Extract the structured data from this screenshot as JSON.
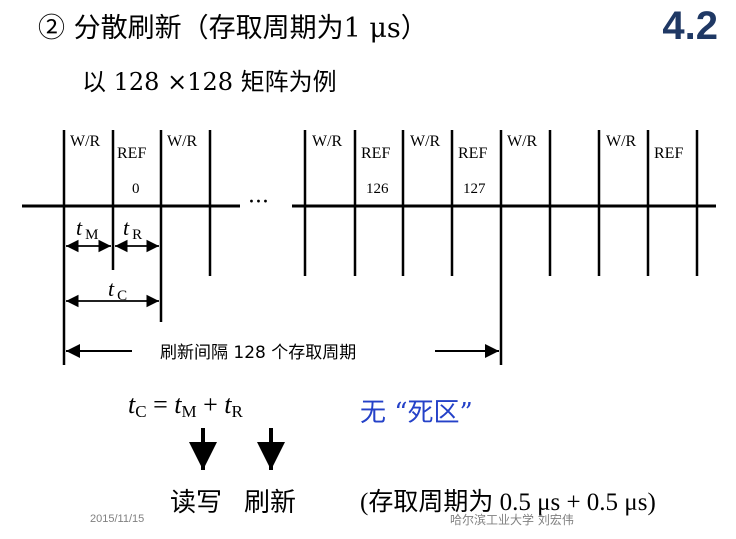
{
  "header": {
    "title": "② 分散刷新（存取周期为1 μs）",
    "section_number": "4.2",
    "subtitle": "以 128 ×128 矩阵为例"
  },
  "timeline": {
    "segments": [
      {
        "text": "W/R",
        "index": ""
      },
      {
        "text": "REF",
        "index": "0"
      },
      {
        "text": "W/R",
        "index": ""
      },
      {
        "text": "W/R",
        "index": ""
      },
      {
        "text": "REF",
        "index": "126"
      },
      {
        "text": "W/R",
        "index": ""
      },
      {
        "text": "REF",
        "index": "127"
      },
      {
        "text": "W/R",
        "index": ""
      },
      {
        "text": "W/R",
        "index": ""
      },
      {
        "text": "REF",
        "index": ""
      }
    ],
    "ellipsis": "···",
    "tm_label": {
      "t": "t",
      "sub": "M"
    },
    "tr_label": {
      "t": "t",
      "sub": "R"
    },
    "tc_label": {
      "t": "t",
      "sub": "C"
    },
    "interval_label": "刷新间隔  128  个存取周期"
  },
  "formula": {
    "t1": "t",
    "s1": "C",
    "eq": " = ",
    "t2": "t",
    "s2": "M",
    "plus": " + ",
    "t3": "t",
    "s3": "R"
  },
  "dead_zone": "无 “死区”",
  "labels": {
    "read_write": "读写",
    "refresh": "刷新",
    "cycle_note": "(存取周期为 0.5 μs + 0.5 μs)"
  },
  "footer": {
    "date": "2015/11/15",
    "org": "哈尔滨工业大学 刘宏伟"
  },
  "colors": {
    "section": "#1f3864",
    "dead_zone": "#2441c8",
    "footer": "#808080"
  }
}
